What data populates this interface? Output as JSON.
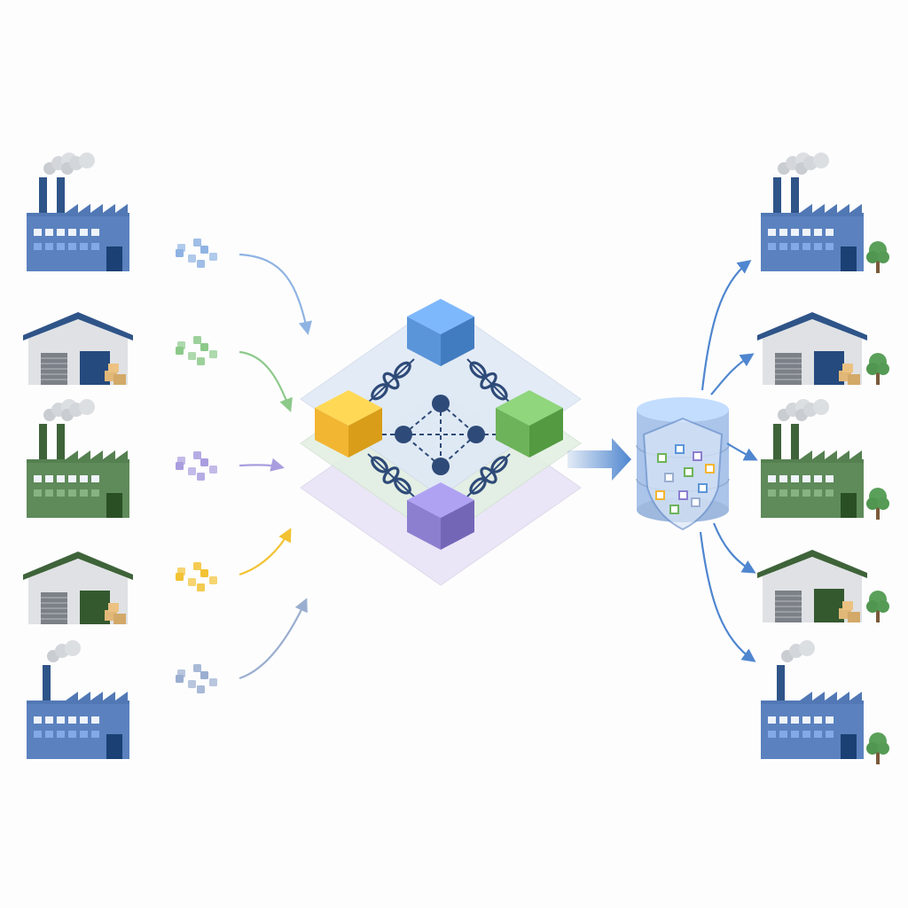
{
  "palette": {
    "blue": "#5b82bf",
    "blue_dark": "#2f5488",
    "green": "#5f8a5a",
    "green_dark": "#3e6339",
    "purple": "#8d7fd0",
    "yellow": "#f2b632",
    "chain": "#2e4a78",
    "tree": "#5aa05a",
    "warehouse_wall": "#dfe1e4",
    "box": "#e2b878"
  },
  "sources": [
    {
      "kind": "factory",
      "color": "blue",
      "chimneys": 2,
      "icon": "factory-icon"
    },
    {
      "kind": "warehouse",
      "color": "blue",
      "icon": "warehouse-icon"
    },
    {
      "kind": "factory",
      "color": "green",
      "chimneys": 2,
      "icon": "factory-icon"
    },
    {
      "kind": "warehouse",
      "color": "green",
      "icon": "warehouse-icon"
    },
    {
      "kind": "factory",
      "color": "blue",
      "chimneys": 1,
      "icon": "factory-icon"
    }
  ],
  "data_packets": [
    {
      "color": "#8fb3e3"
    },
    {
      "color": "#8cc98a"
    },
    {
      "color": "#a99ddf"
    },
    {
      "color": "#f2c233"
    },
    {
      "color": "#9aaed0"
    }
  ],
  "network": {
    "layers": [
      "#dfe9f7",
      "#e2f0e1",
      "#e7e3f7"
    ],
    "blocks": [
      {
        "position": "top",
        "color": "#5b95d9"
      },
      {
        "position": "left",
        "color": "#f2b632"
      },
      {
        "position": "right",
        "color": "#6db35a"
      },
      {
        "position": "bottom",
        "color": "#8d7fd0"
      }
    ]
  },
  "storage": {
    "icon": "secure-database-icon",
    "body_color": "#aac4ea",
    "shield_color": "#dbe7f7"
  },
  "destinations": [
    {
      "kind": "factory",
      "color": "blue",
      "chimneys": 2,
      "icon": "factory-icon",
      "eco": "tree-icon"
    },
    {
      "kind": "warehouse",
      "color": "blue",
      "icon": "warehouse-icon",
      "eco": "tree-icon"
    },
    {
      "kind": "factory",
      "color": "green",
      "chimneys": 2,
      "icon": "factory-icon",
      "eco": "tree-icon"
    },
    {
      "kind": "warehouse",
      "color": "green",
      "icon": "warehouse-icon",
      "eco": "tree-icon"
    },
    {
      "kind": "factory",
      "color": "blue",
      "chimneys": 1,
      "icon": "factory-icon",
      "eco": "tree-icon"
    }
  ]
}
